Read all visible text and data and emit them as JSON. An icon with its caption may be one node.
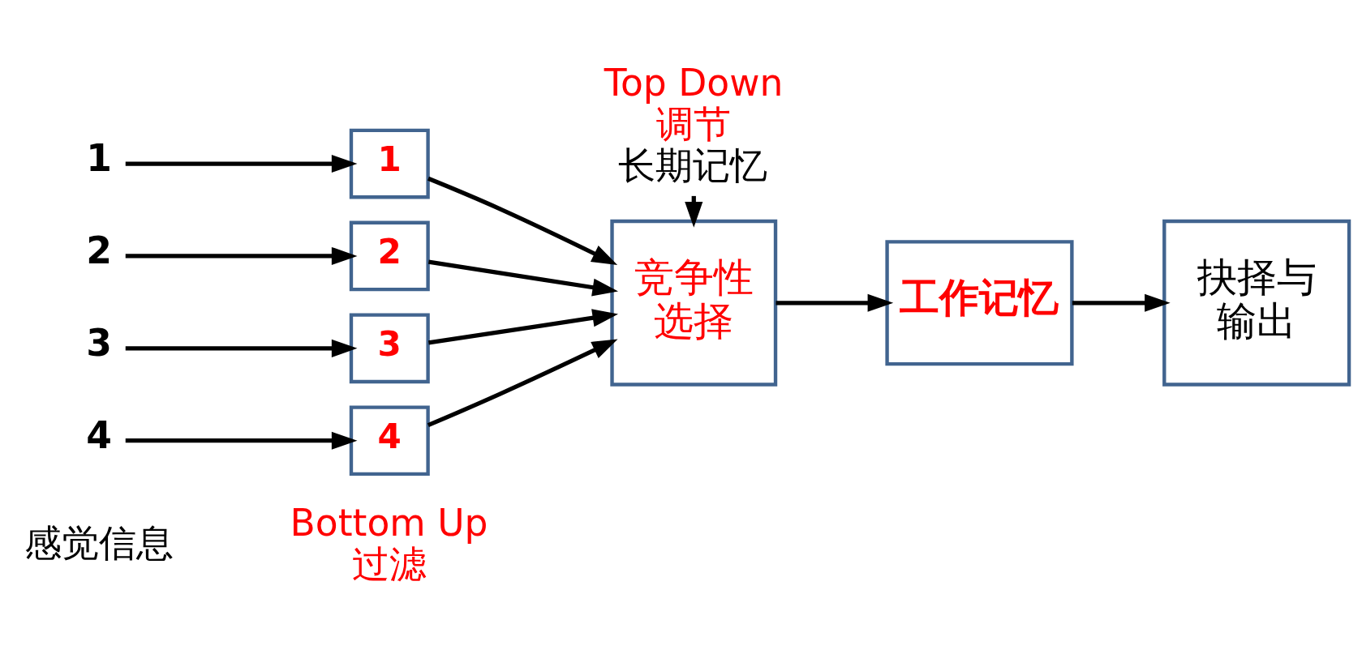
{
  "diagram": {
    "nodes": [
      {
        "text": [
          "1"
        ]
      },
      {
        "text": [
          "2"
        ]
      },
      {
        "text": [
          "3"
        ]
      },
      {
        "text": [
          "4"
        ]
      },
      {
        "text": [
          "1"
        ]
      },
      {
        "text": [
          "2"
        ]
      },
      {
        "text": [
          "3"
        ]
      },
      {
        "text": [
          "4"
        ]
      },
      {
        "text": [
          "竞争性选择"
        ]
      },
      {
        "text": [
          "工作记忆"
        ]
      },
      {
        "text": [
          "抉择与输出"
        ]
      },
      {
        "text": [
          "Top Down 调节",
          "长期记忆"
        ]
      }
    ],
    "edges": [
      {
        "from": 0,
        "to": 4,
        "arrow": "to"
      },
      {
        "from": 1,
        "to": 5,
        "arrow": "to"
      },
      {
        "from": 2,
        "to": 6,
        "arrow": "to"
      },
      {
        "from": 3,
        "to": 7,
        "arrow": "to"
      },
      {
        "from": 4,
        "to": 8,
        "arrow": "to"
      },
      {
        "from": 5,
        "to": 8,
        "arrow": "to"
      },
      {
        "from": 6,
        "to": 8,
        "arrow": "to"
      },
      {
        "from": 7,
        "to": 8,
        "arrow": "to"
      },
      {
        "from": 11,
        "to": 8,
        "arrow": "to"
      },
      {
        "from": 8,
        "to": 9,
        "arrow": "to"
      },
      {
        "from": 9,
        "to": 10,
        "arrow": "to"
      }
    ],
    "labels": [
      "感觉信息",
      "Bottom Up 过滤"
    ]
  }
}
